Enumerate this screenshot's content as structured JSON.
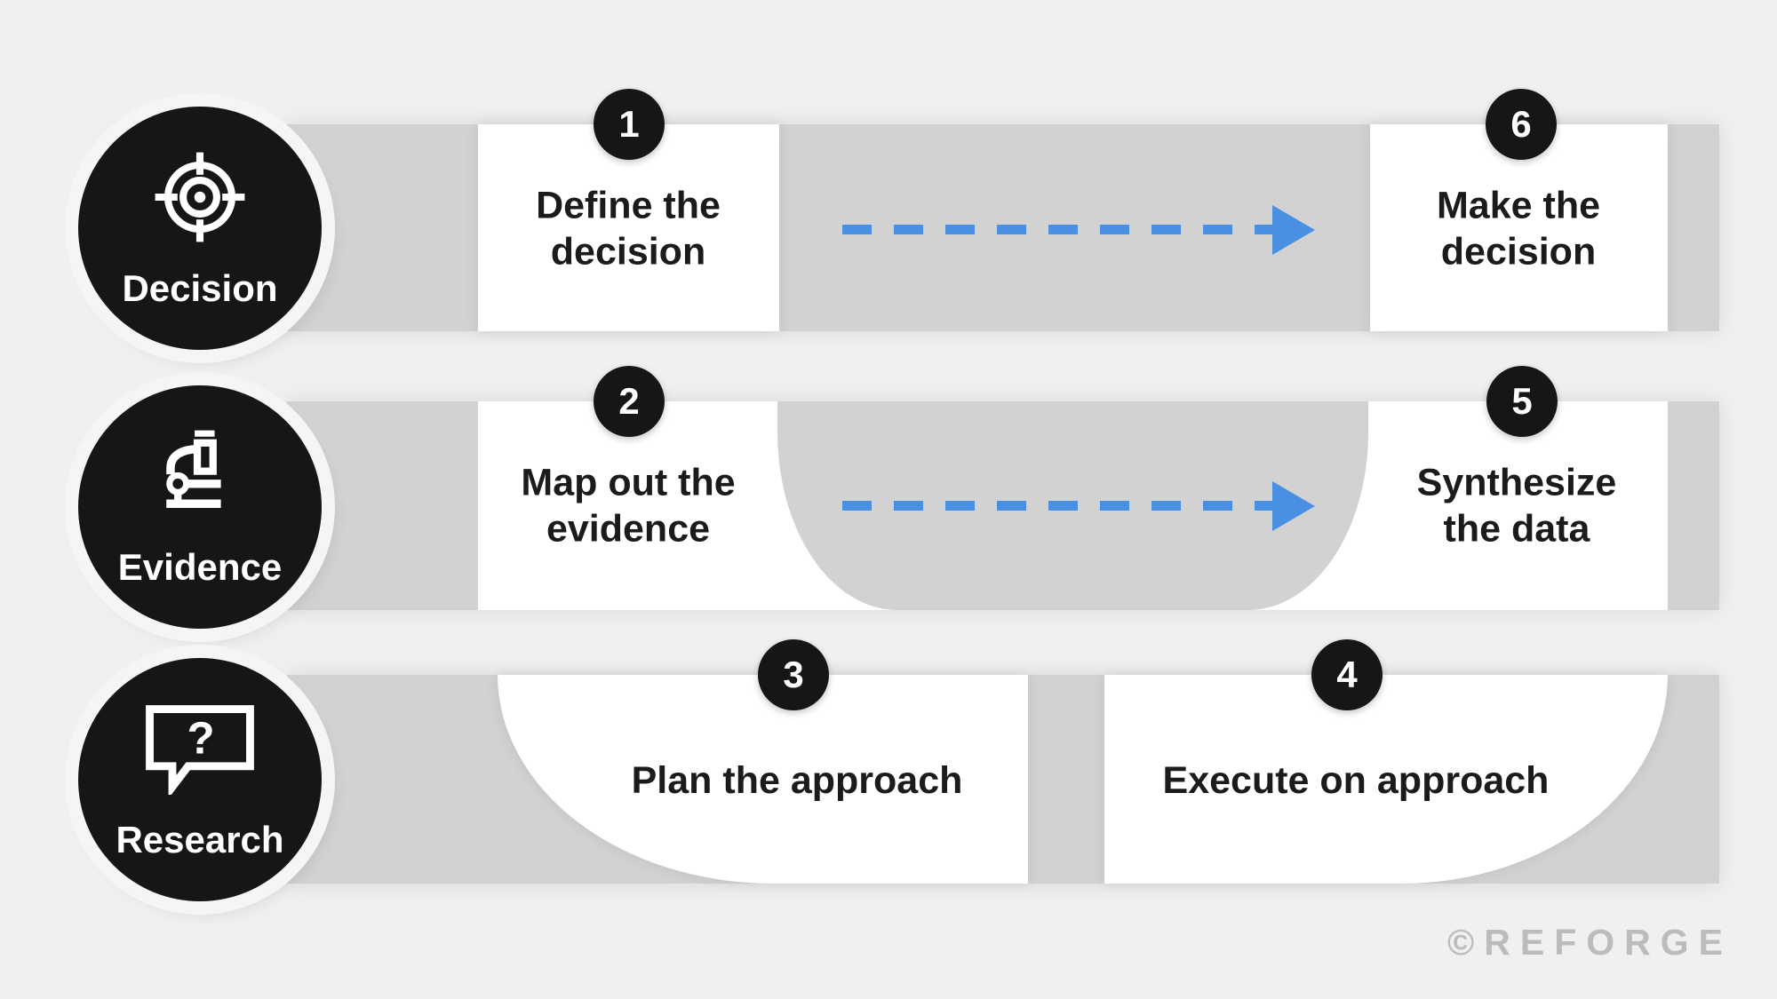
{
  "page": {
    "background": "#f0f0f0"
  },
  "colors": {
    "band_gray": "#d2d2d2",
    "box_white": "#ffffff",
    "circle_black": "#161616",
    "text_dark": "#1b1b1b",
    "arrow_blue": "#4a90e2",
    "credit_gray": "#bcbcbc"
  },
  "categories": [
    {
      "label": "Decision",
      "icon": "target-icon"
    },
    {
      "label": "Evidence",
      "icon": "microscope-icon"
    },
    {
      "label": "Research",
      "icon": "question-bubble-icon"
    }
  ],
  "steps": [
    {
      "number": "1",
      "title": "Define the\ndecision"
    },
    {
      "number": "2",
      "title": "Map out the\nevidence"
    },
    {
      "number": "3",
      "title": "Plan the approach"
    },
    {
      "number": "4",
      "title": "Execute on approach"
    },
    {
      "number": "5",
      "title": "Synthesize\nthe data"
    },
    {
      "number": "6",
      "title": "Make the\ndecision"
    }
  ],
  "arrows": [
    {
      "from_step": "1",
      "to_step": "6",
      "style": "dashed",
      "direction": "right"
    },
    {
      "from_step": "2",
      "to_step": "5",
      "style": "dashed",
      "direction": "right"
    }
  ],
  "footer": {
    "credit": "©REFORGE"
  }
}
